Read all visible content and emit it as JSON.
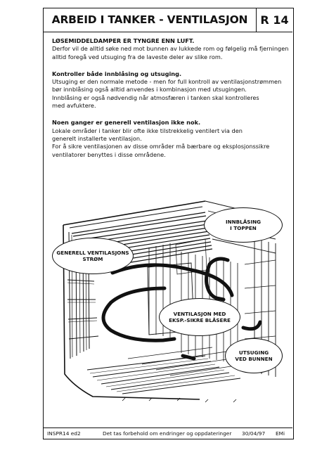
{
  "header": {
    "title": "ARBEID I TANKER - VENTILASJON",
    "code": "R 14"
  },
  "sections": [
    {
      "heading": "LØSEMIDDELDAMPER ER TYNGRE ENN LUFT.",
      "lines": [
        "Derfor vil de alltid søke ned mot bunnen av lukkede rom og følgelig må fjerningen",
        "alltid foregå ved utsuging fra de laveste deler av slike rom."
      ]
    },
    {
      "heading": "Kontroller både innblåsing og utsuging.",
      "lines": [
        "Utsuging er den normale metode - men for full kontroll av ventilasjonstrømmen",
        "bør innblåsing også alltid anvendes i kombinasjon med utsugingen.",
        "Innblåsing er også nødvendig når atmosfæren i tanken skal kontrolleres",
        "med avfuktere."
      ]
    },
    {
      "heading": "Noen ganger er generell ventilasjon ikke nok.",
      "lines": [
        "Lokale områder i tanker blir ofte ikke tilstrekkelig ventilert via den",
        "generelt installerte ventilasjon.",
        "For å sikre ventilasjonen av disse områder må bærbare og eksplosjonssikre",
        "ventilatorer benyttes i disse områdene."
      ]
    }
  ],
  "callouts": {
    "top": [
      "INNBLÅSING",
      "I TOPPEN"
    ],
    "general": [
      "GENERELL VENTILASJONS",
      "STRØM"
    ],
    "exsafe": [
      "VENTILASJON MED",
      "EKSP.-SIKRE BLÅSERE"
    ],
    "bottom": [
      "UTSUGING",
      "VED BUNNEN"
    ]
  },
  "footer": {
    "doc": "INSPR14 ed2",
    "note": "Det tas forbehold om endringer og oppdateringer",
    "date": "30/04/97",
    "sign": "EMi"
  }
}
